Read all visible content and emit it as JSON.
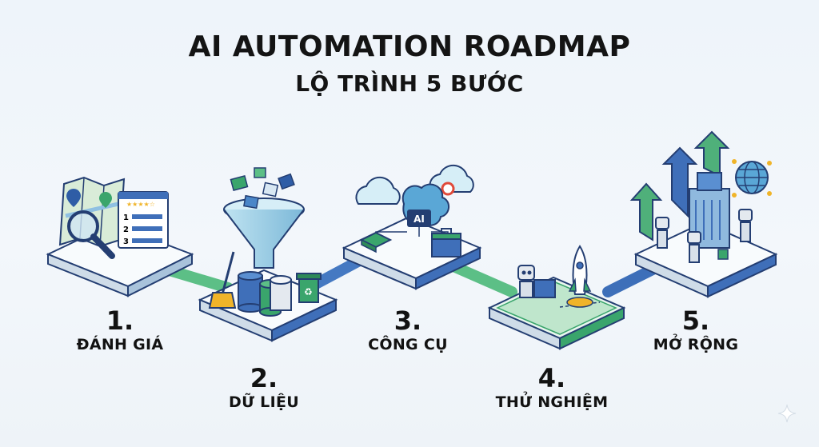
{
  "title": "AI AUTOMATION ROADMAP",
  "subtitle": "LỘ TRÌNH 5 BƯỚC",
  "steps": [
    {
      "number": "1.",
      "label": "ĐÁNH GIÁ",
      "icon": "map-magnifier-icon"
    },
    {
      "number": "2.",
      "label": "DỮ LIỆU",
      "icon": "data-funnel-icon"
    },
    {
      "number": "3.",
      "label": "CÔNG CỤ",
      "icon": "ai-brain-cloud-icon"
    },
    {
      "number": "4.",
      "label": "THỬ NGHIỆM",
      "icon": "robot-rocket-icon"
    },
    {
      "number": "5.",
      "label": "MỞ RỘNG",
      "icon": "growth-globe-icon"
    }
  ],
  "checklist_numbers": [
    "1",
    "2",
    "3"
  ],
  "ai_chip_text": "AI",
  "colors": {
    "green": "#4fb07a",
    "blue": "#3f6fb9",
    "navy": "#243e72",
    "teal": "#7fd3c6"
  }
}
